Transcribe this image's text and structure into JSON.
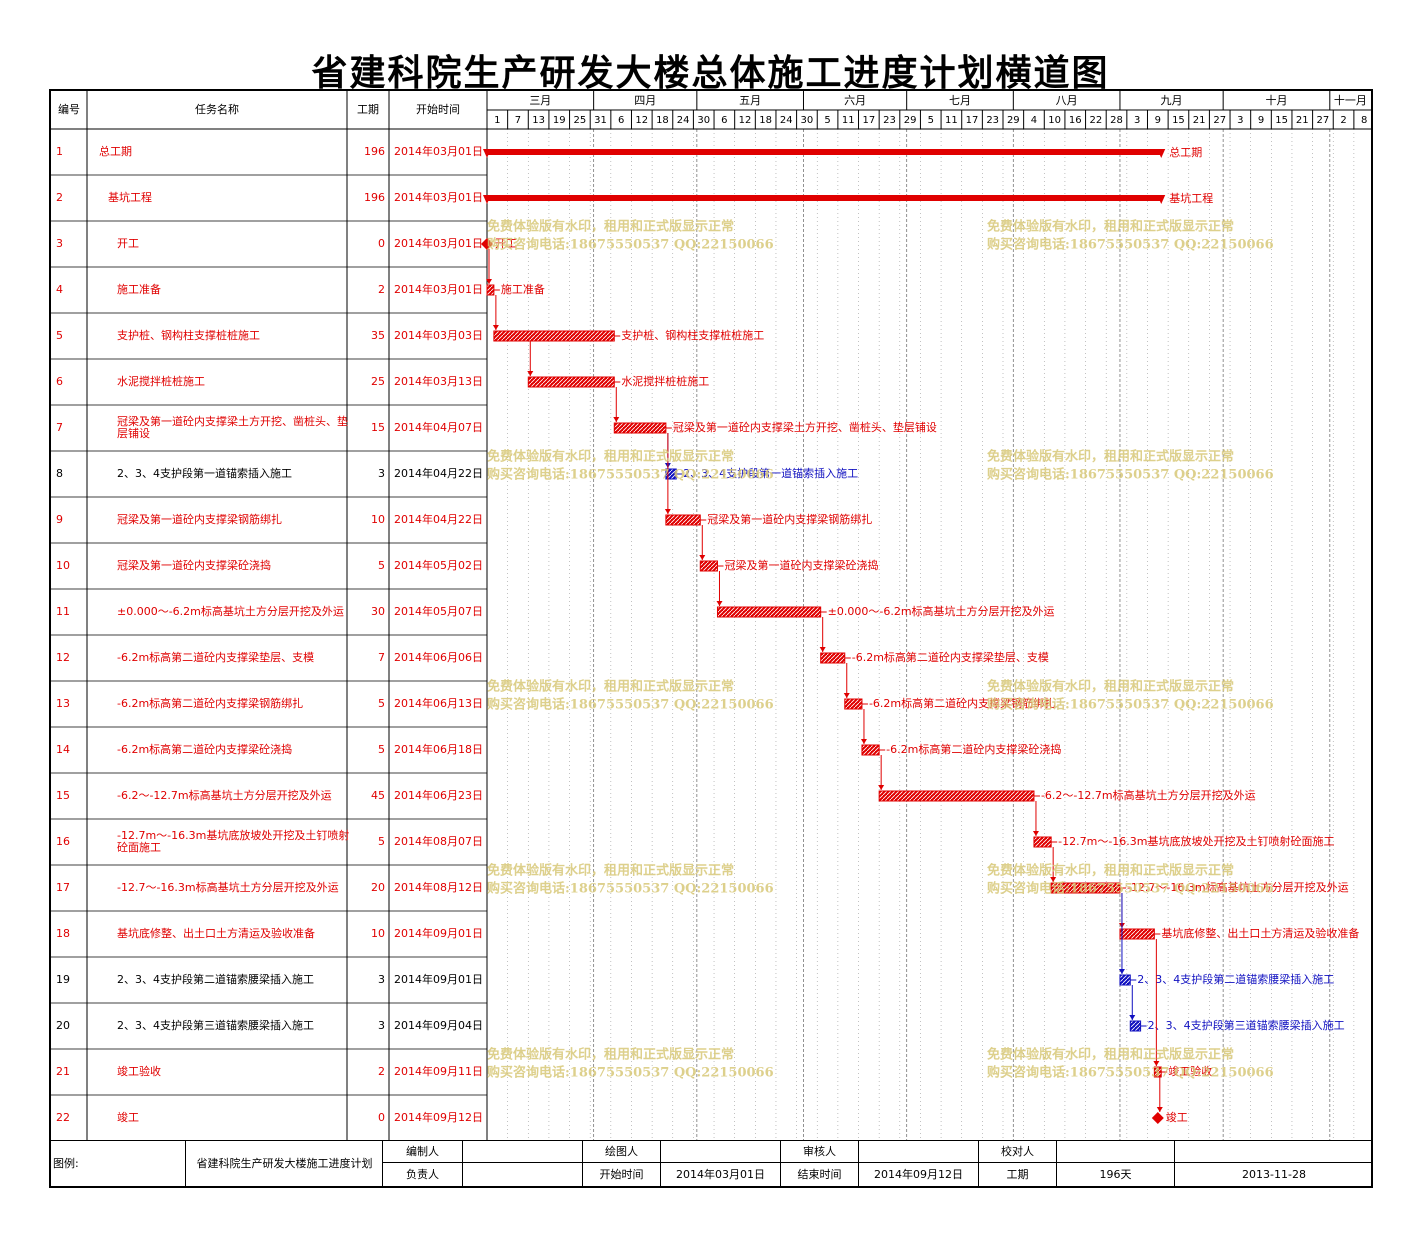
{
  "title": "省建科院生产研发大楼总体施工进度计划横道图",
  "table": {
    "col_headers": [
      "编号",
      "任务名称",
      "工期",
      "开始时间"
    ]
  },
  "timescale": {
    "months": [
      "三月",
      "四月",
      "五月",
      "六月",
      "七月",
      "八月",
      "九月",
      "十月",
      "十一月"
    ],
    "days": [
      "1",
      "7",
      "13",
      "19",
      "25",
      "31",
      "6",
      "12",
      "18",
      "24",
      "30",
      "6",
      "12",
      "18",
      "24",
      "30",
      "5",
      "11",
      "17",
      "23",
      "29",
      "5",
      "11",
      "17",
      "23",
      "29",
      "4",
      "10",
      "16",
      "22",
      "28",
      "3",
      "9",
      "15",
      "21",
      "27",
      "3",
      "9",
      "15",
      "21",
      "27",
      "2",
      "8"
    ]
  },
  "watermark": {
    "line1": "免费体验版有水印，租用和正式版显示正常",
    "line2": "购买咨询电话:18675550537 QQ:22150066"
  },
  "chart_data": {
    "type": "gantt",
    "start_date": "2014-03-01",
    "tasks": [
      {
        "id": "1",
        "name": "总工期",
        "duration": 196,
        "start": "2014年03月01日",
        "kind": "summary",
        "indent": 0
      },
      {
        "id": "2",
        "name": "基坑工程",
        "duration": 196,
        "start": "2014年03月01日",
        "kind": "summary",
        "indent": 1
      },
      {
        "id": "3",
        "name": "开工",
        "duration": 0,
        "start": "2014年03月01日",
        "kind": "milestone",
        "indent": 2
      },
      {
        "id": "4",
        "name": "施工准备",
        "duration": 2,
        "start": "2014年03月01日",
        "kind": "critical",
        "indent": 2
      },
      {
        "id": "5",
        "name": "支护桩、钢构柱支撑桩桩施工",
        "duration": 35,
        "start": "2014年03月03日",
        "kind": "critical",
        "indent": 2
      },
      {
        "id": "6",
        "name": "水泥搅拌桩桩施工",
        "duration": 25,
        "start": "2014年03月13日",
        "kind": "critical",
        "indent": 2
      },
      {
        "id": "7",
        "name": "冠梁及第一道砼内支撑梁土方开挖、凿桩头、垫层铺设",
        "duration": 15,
        "start": "2014年04月07日",
        "kind": "critical",
        "indent": 2
      },
      {
        "id": "8",
        "name": "2、3、4支护段第一道锚索插入施工",
        "duration": 3,
        "start": "2014年04月22日",
        "kind": "normal",
        "indent": 2
      },
      {
        "id": "9",
        "name": "冠梁及第一道砼内支撑梁钢筋绑扎",
        "duration": 10,
        "start": "2014年04月22日",
        "kind": "critical",
        "indent": 2
      },
      {
        "id": "10",
        "name": "冠梁及第一道砼内支撑梁砼浇捣",
        "duration": 5,
        "start": "2014年05月02日",
        "kind": "critical",
        "indent": 2
      },
      {
        "id": "11",
        "name": "±0.000～-6.2m标高基坑土方分层开挖及外运",
        "duration": 30,
        "start": "2014年05月07日",
        "kind": "critical",
        "indent": 2
      },
      {
        "id": "12",
        "name": "-6.2m标高第二道砼内支撑梁垫层、支模",
        "duration": 7,
        "start": "2014年06月06日",
        "kind": "critical",
        "indent": 2
      },
      {
        "id": "13",
        "name": "-6.2m标高第二道砼内支撑梁钢筋绑扎",
        "duration": 5,
        "start": "2014年06月13日",
        "kind": "critical",
        "indent": 2
      },
      {
        "id": "14",
        "name": "-6.2m标高第二道砼内支撑梁砼浇捣",
        "duration": 5,
        "start": "2014年06月18日",
        "kind": "critical",
        "indent": 2
      },
      {
        "id": "15",
        "name": "-6.2～-12.7m标高基坑土方分层开挖及外运",
        "duration": 45,
        "start": "2014年06月23日",
        "kind": "critical",
        "indent": 2
      },
      {
        "id": "16",
        "name": "-12.7m～-16.3m基坑底放坡处开挖及土钉喷射砼面施工",
        "duration": 5,
        "start": "2014年08月07日",
        "kind": "critical",
        "indent": 2
      },
      {
        "id": "17",
        "name": "-12.7～-16.3m标高基坑土方分层开挖及外运",
        "duration": 20,
        "start": "2014年08月12日",
        "kind": "critical",
        "indent": 2
      },
      {
        "id": "18",
        "name": "基坑底修整、出土口土方清运及验收准备",
        "duration": 10,
        "start": "2014年09月01日",
        "kind": "critical",
        "indent": 2
      },
      {
        "id": "19",
        "name": "2、3、4支护段第二道锚索腰梁插入施工",
        "duration": 3,
        "start": "2014年09月01日",
        "kind": "normal",
        "indent": 2
      },
      {
        "id": "20",
        "name": "2、3、4支护段第三道锚索腰梁插入施工",
        "duration": 3,
        "start": "2014年09月04日",
        "kind": "normal",
        "indent": 2
      },
      {
        "id": "21",
        "name": "竣工验收",
        "duration": 2,
        "start": "2014年09月11日",
        "kind": "critical",
        "indent": 2
      },
      {
        "id": "22",
        "name": "竣工",
        "duration": 0,
        "start": "2014年09月12日",
        "kind": "milestone",
        "indent": 2
      }
    ]
  },
  "footer": {
    "legend_label": "图例:",
    "plan_name": "省建科院生产研发大楼施工进度计划",
    "editor_label": "编制人",
    "drawer_label": "绘图人",
    "reviewer_label": "审核人",
    "checker_label": "校对人",
    "owner_label": "负责人",
    "start_label": "开始时间",
    "start_value": "2014年03月01日",
    "end_label": "结束时间",
    "end_value": "2014年09月12日",
    "duration_label": "工期",
    "duration_value": "196天",
    "date_value": "2013-11-28"
  },
  "colors": {
    "critical": "#e00000",
    "normal": "#1010c0",
    "watermark": "#d8c878",
    "grid": "#000000"
  }
}
